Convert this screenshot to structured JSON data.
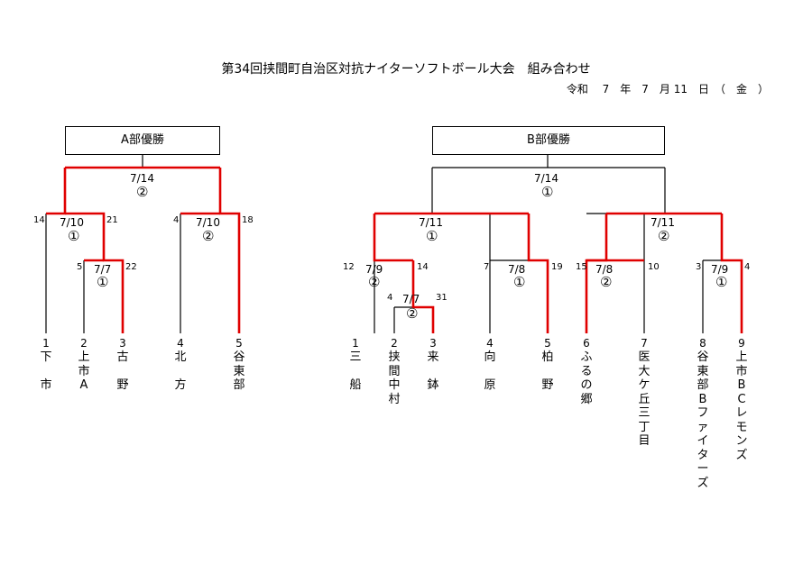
{
  "title": "第34回挟間町自治区対抗ナイターソフトボール大会　組み合わせ",
  "date": "令和　 7　年　7　月 11　日　（　金　）",
  "a_division": {
    "winner_label": "A部優勝",
    "teams": [
      {
        "num": "1",
        "chars": [
          "下",
          "",
          "市"
        ]
      },
      {
        "num": "2",
        "chars": [
          "上",
          "市",
          "A"
        ]
      },
      {
        "num": "3",
        "chars": [
          "古",
          "",
          "野"
        ]
      },
      {
        "num": "4",
        "chars": [
          "北",
          "",
          "方"
        ]
      },
      {
        "num": "5",
        "chars": [
          "谷",
          "東",
          "部"
        ]
      }
    ],
    "matches": [
      {
        "date": "7/14",
        "game": "②"
      },
      {
        "date": "7/10",
        "game": "①",
        "score_left": "14",
        "score_right": "21"
      },
      {
        "date": "7/7",
        "game": "①",
        "score_left": "5",
        "score_right": "22"
      },
      {
        "date": "7/10",
        "game": "②",
        "score_left": "4",
        "score_right": "18"
      }
    ]
  },
  "b_division": {
    "winner_label": "B部優勝",
    "teams": [
      {
        "num": "1",
        "chars": [
          "三",
          "",
          "船"
        ]
      },
      {
        "num": "2",
        "chars": [
          "挟",
          "間",
          "中",
          "村"
        ]
      },
      {
        "num": "3",
        "chars": [
          "来",
          "",
          "鉢"
        ]
      },
      {
        "num": "4",
        "chars": [
          "向",
          "",
          "原"
        ]
      },
      {
        "num": "5",
        "chars": [
          "柏",
          "",
          "野"
        ]
      },
      {
        "num": "6",
        "chars": [
          "ふ",
          "る",
          "の",
          "郷"
        ]
      },
      {
        "num": "7",
        "chars": [
          "医",
          "大",
          "ケ",
          "丘",
          "三",
          "丁",
          "目"
        ]
      },
      {
        "num": "8",
        "chars": [
          "谷",
          "東",
          "部",
          "B",
          "フ",
          "ァ",
          "イ",
          "タ",
          "ー",
          "ズ"
        ]
      },
      {
        "num": "9",
        "chars": [
          "上",
          "市",
          "B",
          "C",
          "レ",
          "モ",
          "ン",
          "ズ"
        ]
      }
    ],
    "matches": [
      {
        "date": "7/14",
        "game": "①"
      },
      {
        "date": "7/11",
        "game": "①"
      },
      {
        "date": "7/11",
        "game": "②"
      },
      {
        "date": "7/9",
        "game": "②",
        "score_left": "12",
        "score_right": "14"
      },
      {
        "date": "7/7",
        "game": "②",
        "score_left": "4",
        "score_right": "31"
      },
      {
        "date": "7/8",
        "game": "①",
        "score_left": "7",
        "score_right": "19"
      },
      {
        "date": "7/8",
        "game": "②",
        "score_left": "15",
        "score_right": "10"
      },
      {
        "date": "7/9",
        "game": "①",
        "score_left": "3",
        "score_right": "4"
      }
    ]
  },
  "colors": {
    "winner_line": "#e00000",
    "line": "#000000"
  }
}
